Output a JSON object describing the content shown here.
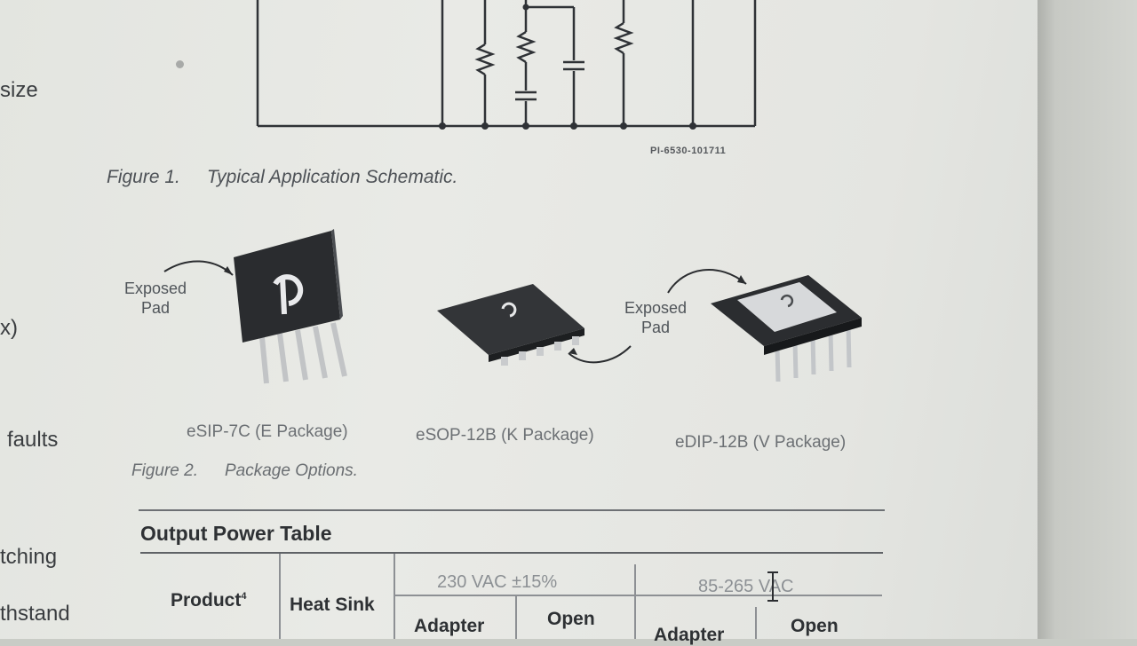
{
  "left_fragments": [
    "size",
    "x)",
    "faults",
    "tching",
    "thstand"
  ],
  "figure1": {
    "number": "Figure 1.",
    "title": "Typical Application Schematic.",
    "drawing_id": "PI-6530-101711"
  },
  "packages": [
    {
      "label": "eSIP-7C (E Package)"
    },
    {
      "label": "eSOP-12B (K Package)"
    },
    {
      "label": "eDIP-12B (V Package)"
    }
  ],
  "callouts": {
    "exposed_pad_1": "Exposed Pad",
    "exposed_pad_2": "Exposed Pad"
  },
  "figure2": {
    "number": "Figure 2.",
    "title": "Package Options."
  },
  "output_power_table": {
    "title": "Output Power Table",
    "headers": {
      "product": "Product",
      "product_footnote": "4",
      "heat_sink": "Heat Sink",
      "group_1": "230 VAC ±15%",
      "group_2": "85-265 VAC",
      "sub_1": "Adapter",
      "sub_2": "Open",
      "sub_3": "Adapter",
      "sub_4": "Open"
    }
  },
  "colors": {
    "paper": "#e6e7e3",
    "ink": "#2e3134",
    "bezel": "#c4c6c1"
  }
}
